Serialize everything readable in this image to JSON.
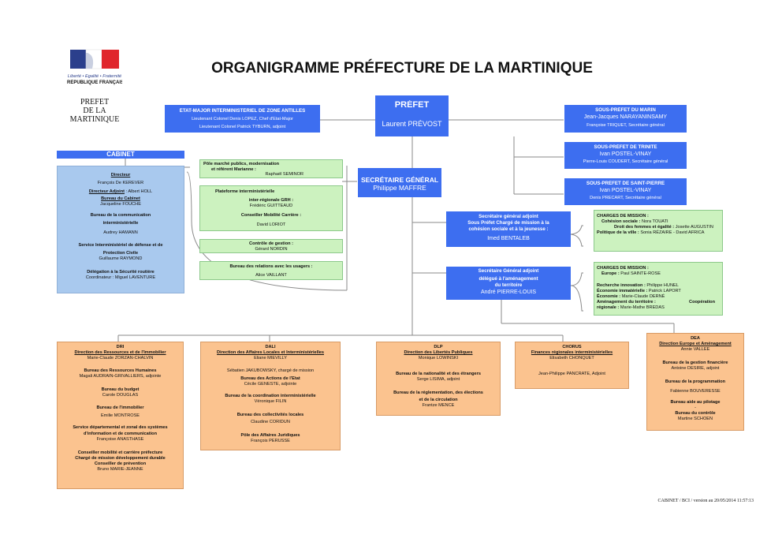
{
  "title": "ORGANIGRAMME PRÉFECTURE DE LA MARTINIQUE",
  "logo": {
    "motto": "Liberté • Égalité • Fraternité",
    "republic": "RÉPUBLIQUE FRANÇAISE",
    "colors": [
      "#2b3f8c",
      "#ffffff",
      "#e0262c"
    ]
  },
  "prefet_label": {
    "line1": "PREFET",
    "line2": "DE LA",
    "line3": "MARTINIQUE"
  },
  "etat_major": {
    "title": "ÉTAT-MAJOR INTERMINISTÉRIEL DE ZONE ANTILLES",
    "line1": "Lieutenant Colonel Denis LOPEZ, Chef d'État-Major",
    "line2": "Lieutenant Colonel Patrick TYBURN, adjoint"
  },
  "prefet": {
    "title": "PRÉFET",
    "name": "Laurent PRÉVOST"
  },
  "sp_marin": {
    "title": "SOUS-PRÉFET DU MARIN",
    "name": "Jean-Jacques NARAYANINSAMY",
    "sub": "Françoise TRIQUET, Secrétaire général"
  },
  "sp_trinite": {
    "title": "SOUS-PRÉFET DE TRINITE",
    "name": "Ivan POSTEL-VINAY",
    "sub": "Pierre-Louis COUDERT, Secrétaire général"
  },
  "sp_stpierre": {
    "title": "SOUS-PRÉFET DE SAINT-PIERRE",
    "name": "Ivan POSTEL-VINAY",
    "sub": "Denis PRÉCART, Secrétaire général"
  },
  "cabinet": {
    "title": "CABINET",
    "directeur_label": "Directeur",
    "directeur": "François De KERÉVER",
    "adjoint_label": "Directeur Adjoint",
    "adjoint": " :  Albert HOLL",
    "bureau_label": "Bureau du Cabinet",
    "bureau": "Jacqueline FOUCHE",
    "comm_1": "Bureau de la communication",
    "comm_2": "interministérielle",
    "comm_name": "Audrey HAMANN",
    "sidpc_1": "Service Interministériel de défense et de",
    "sidpc_2": "Protection Civile",
    "sidpc_name": "Guillaume RAYMOND",
    "securite": "Délégation à la Sécurité routière",
    "securite_name": "Coordinateur : Miguel LAVENTURE"
  },
  "pole_marche": {
    "line1": "Pôle marché publics, modernisation",
    "line2": "et  référent Marianne :",
    "name": "Raphaël SÉMINOR"
  },
  "plateforme": {
    "line1": "Plateforme interministérielle",
    "line2": "inter-régionale GRH :",
    "name1": "Frédéric GUITTEAUD",
    "line3": "Conseiller Mobilité Carrière :",
    "name2": "David LORIOT"
  },
  "controle": {
    "title": "Contrôle de gestion :",
    "name": "Gérard NORDIN"
  },
  "usagers": {
    "title": "Bureau des relations avec les usagers :",
    "name": "Alice VAILLANT"
  },
  "sg": {
    "title": "SECRÉTAIRE GÉNÉRAL",
    "name": "Philippe MAFFRE"
  },
  "sga1": {
    "line1": "Secrétaire général adjoint",
    "line2": "Sous Préfet Chargé de mission à la",
    "line3": "cohésion sociale et à la jeunesse :",
    "name": "Imed BENTALEB"
  },
  "sga2": {
    "line1": "Secrétaire Général adjoint",
    "line2": "délégué à l'aménagement",
    "line3": "du  territoire",
    "name": "André PIERRE-LOUIS"
  },
  "cm1": {
    "title": "CHARGÉS DE MISSION :",
    "l1b": "Cohésion sociale : ",
    "l1": "Nora TOUATI",
    "l2b": "Droit des femmes et égalité : ",
    "l2": "Josette AUGUSTIN",
    "l3b": "Politique de la ville : ",
    "l3": "Sonia RÉZAIRE - David AFRICA"
  },
  "cm2": {
    "title": "CHARGÉS DE MISSION :",
    "l1b": "Europe : ",
    "l1": "Paul SAINTE-ROSE",
    "l2b": "Recherche innovation : ",
    "l2": "Philippe HUNEL",
    "l3b": "Économie immatérielle : ",
    "l3": "Patrick LAPORT",
    "l4b": "Économie : ",
    "l4": "Marie-Claude DERNÉ",
    "l5b": "Aménagement du territoire : ",
    "l5r": "Coopération",
    "l6b": "régionale : ",
    "l6": "Marie-Mathe BREDAS"
  },
  "dri": {
    "code": "DRI",
    "title": "Direction des Ressources et de l'Immobilier",
    "head": "Marie-Claude ZORZAN-CHALVIN",
    "b1": "Bureau des Ressources Humaines",
    "b1n": "Magali AUDRAIN-GRIVALLIERS, adjointe",
    "b2": "Bureau du budget",
    "b2n": "Carole DOUGLAS",
    "b3": "Bureau de l'immobilier",
    "b3n": "Émilie MONTROSE",
    "b4a": "Service départemental et zonal des systèmes",
    "b4b": "d'information et  de communication",
    "b4n": "Françoise ANASTHASE",
    "b5a": "Conseiller mobilité et carrière préfecture",
    "b5b": "Chargé de mission développement durable",
    "b5c": "Conseiller de prévention",
    "b5n": "Bruno MARIE-JEANNE"
  },
  "dali": {
    "code": "DALI",
    "title": "Direction des Affaires Locales et Interministérielles",
    "head": "Eliane MIEVILLY",
    "adj": "Sébatien JAKUBOWSKY, chargé de mission",
    "b1": "Bureau des Actions de l'État",
    "b1n": "Cécile GENESTE, adjointe",
    "b2": "Bureau de la coordination interministérielle",
    "b2n": "Véronique FILIN",
    "b3": "Bureau des collectivités locales",
    "b3n": "Claudine CORIDUN",
    "b4": "Pôle des Affaires Juridiques",
    "b4n": "François PERUSSE"
  },
  "dlp": {
    "code": "DLP",
    "title": "Direction des Libertés Publiques",
    "head": "Monique LOWINSKI",
    "b1": "Bureau de la nationalité et des étrangers",
    "b1n": "Serge LISIMA, adjoint",
    "b2a": "Bureau de la réglementation,  des élections",
    "b2b": "et de la circulation",
    "b2n": "Frantze MENCÉ"
  },
  "chorus": {
    "code": "CHORUS",
    "title": "Finances régionales interministérielles",
    "head": "Elisabeth CHONQUET",
    "adj": "Jean-Philippe PANCRATE, Adjoint"
  },
  "dea": {
    "code": "DEA",
    "title": "Direction Europe et Aménagement",
    "head": "Annie VALLÉE",
    "b1": "Bureau de la gestion financière",
    "b1n": "Antoine DESIRÉ, adjoint",
    "b2": "Bureau de la programmation",
    "b2n": "Fabienne BOUVERESSE",
    "b3": "Bureau aide au pilotage",
    "dash": "-",
    "b4": "Bureau du contrôle",
    "b4n": "Martine SCHOEN"
  },
  "footer": "CABINET / BCI / version au 20/05/2014 11:57:13"
}
